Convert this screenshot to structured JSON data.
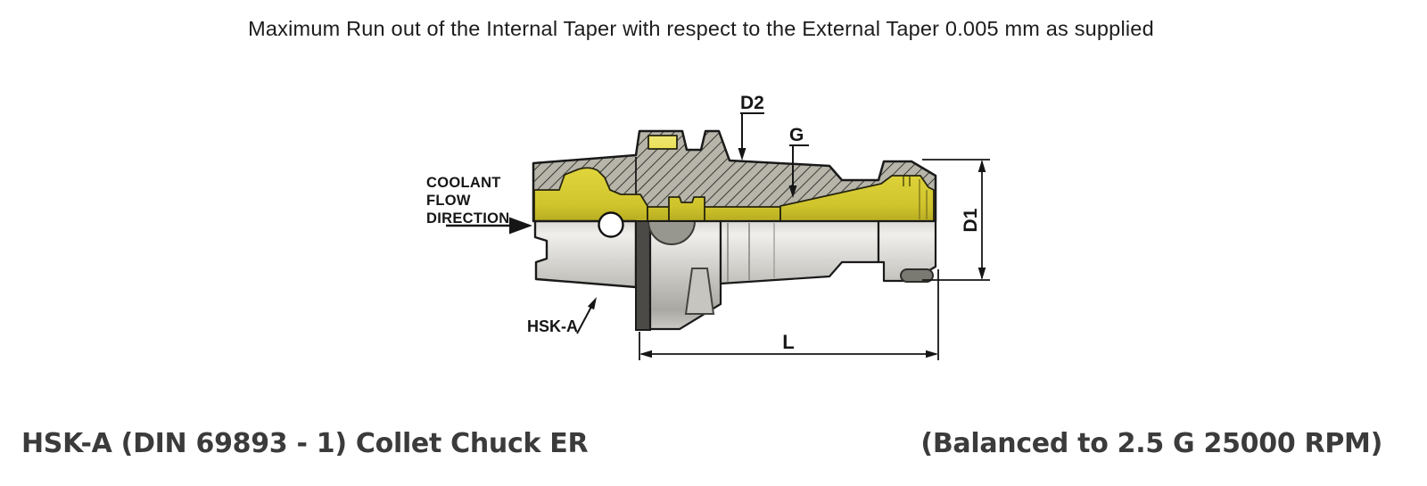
{
  "title": "Maximum Run out of the Internal Taper with respect to the External Taper 0.005 mm as supplied",
  "diagram": {
    "labels": {
      "d2": "D2",
      "g": "G",
      "d1": "D1",
      "l": "L",
      "shank": "HSK-A",
      "coolant": [
        "COOLANT",
        "FLOW",
        "DIRECTION"
      ]
    },
    "colors": {
      "highlight_yellow": "#ddd23a",
      "hatch_gray": "#b7b5aa",
      "metal_gray": "#cfcec9",
      "outline": "#1a1a1a"
    }
  },
  "footer": {
    "left": "HSK-A (DIN 69893 - 1) Collet Chuck ER",
    "right": "(Balanced to 2.5 G 25000 RPM)"
  }
}
